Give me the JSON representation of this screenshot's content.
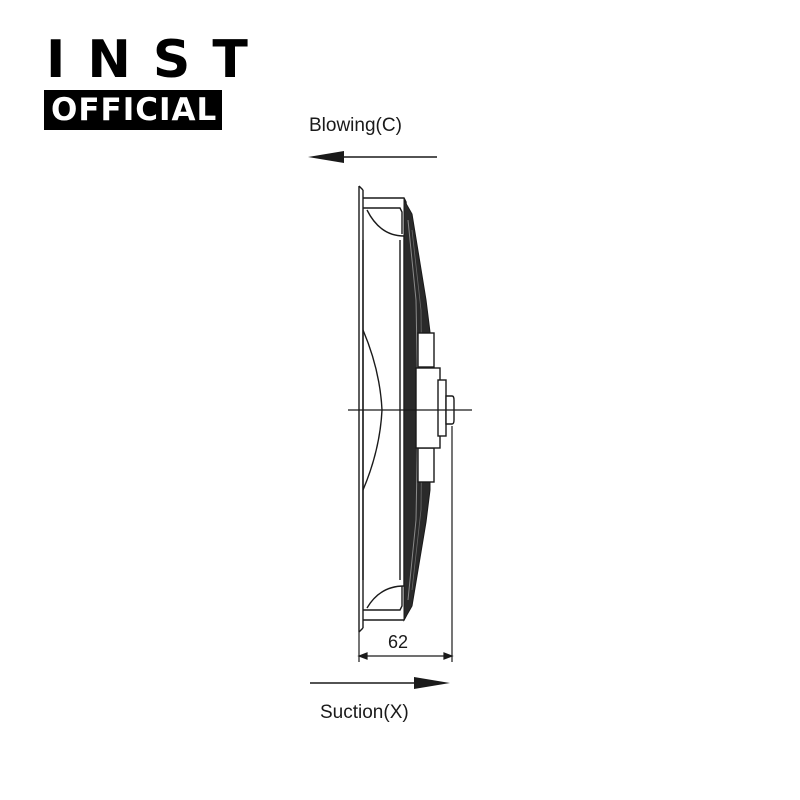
{
  "brand": {
    "name": "INST",
    "tag": "OFFICIAL"
  },
  "diagram": {
    "blowing_label": "Blowing(C)",
    "suction_label": "Suction(X)",
    "depth_dimension": "62"
  },
  "colors": {
    "ink": "#1a1a1a",
    "logo_bg": "#000000",
    "logo_text": "#ffffff"
  }
}
